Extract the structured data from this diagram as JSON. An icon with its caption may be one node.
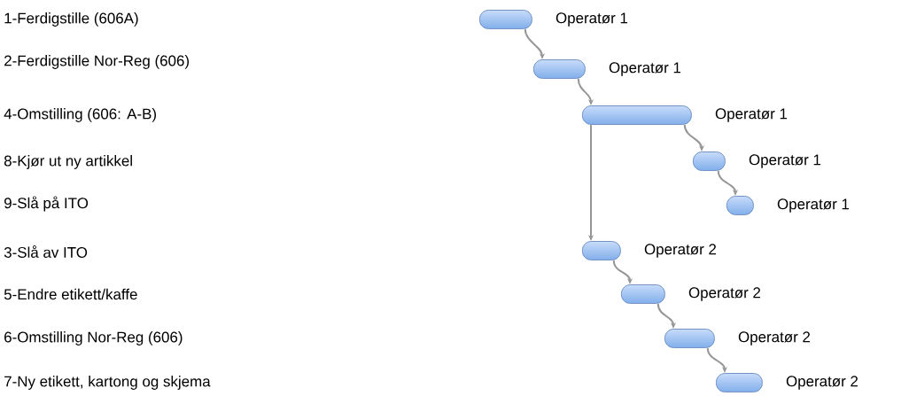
{
  "diagram": {
    "nodes": [
      {
        "text": [],
        "shape": "bar",
        "beside": [
          "Operatør 1"
        ]
      },
      {
        "text": [],
        "shape": "bar",
        "beside": [
          "Operatør 1"
        ]
      },
      {
        "text": [],
        "shape": "bar",
        "beside": [
          "Operatør 1"
        ]
      },
      {
        "text": [],
        "shape": "bar",
        "beside": [
          "Operatør 1"
        ]
      },
      {
        "text": [],
        "shape": "bar",
        "beside": [
          "Operatør 1"
        ]
      },
      {
        "text": [],
        "shape": "bar",
        "beside": [
          "Operatør 2"
        ]
      },
      {
        "text": [],
        "shape": "bar",
        "beside": [
          "Operatør 2"
        ]
      },
      {
        "text": [],
        "shape": "bar",
        "beside": [
          "Operatør 2"
        ]
      },
      {
        "text": [],
        "shape": "bar",
        "beside": [
          "Operatør 2"
        ]
      }
    ],
    "edges": [
      {
        "from": 0,
        "to": 1,
        "arrow": "to"
      },
      {
        "from": 1,
        "to": 2,
        "arrow": "to"
      },
      {
        "from": 2,
        "to": 3,
        "arrow": "to"
      },
      {
        "from": 3,
        "to": 4,
        "arrow": "to"
      },
      {
        "from": 2,
        "to": 5,
        "arrow": "to"
      },
      {
        "from": 5,
        "to": 6,
        "arrow": "to"
      },
      {
        "from": 6,
        "to": 7,
        "arrow": "to"
      },
      {
        "from": 7,
        "to": 8,
        "arrow": "to"
      }
    ],
    "labels": [
      "1-Ferdigstille (606A)",
      "2-Ferdigstille Nor-Reg (606)",
      "4-Omstilling (606: A-B)",
      "8-Kjør ut ny artikkel",
      "9-Slå på ITO",
      "3-Slå av ITO",
      "5-Endre etikett/kaffe",
      "6-Omstilling Nor-Reg (606)",
      "7-Ny etikett, kartong og skjema"
    ]
  }
}
